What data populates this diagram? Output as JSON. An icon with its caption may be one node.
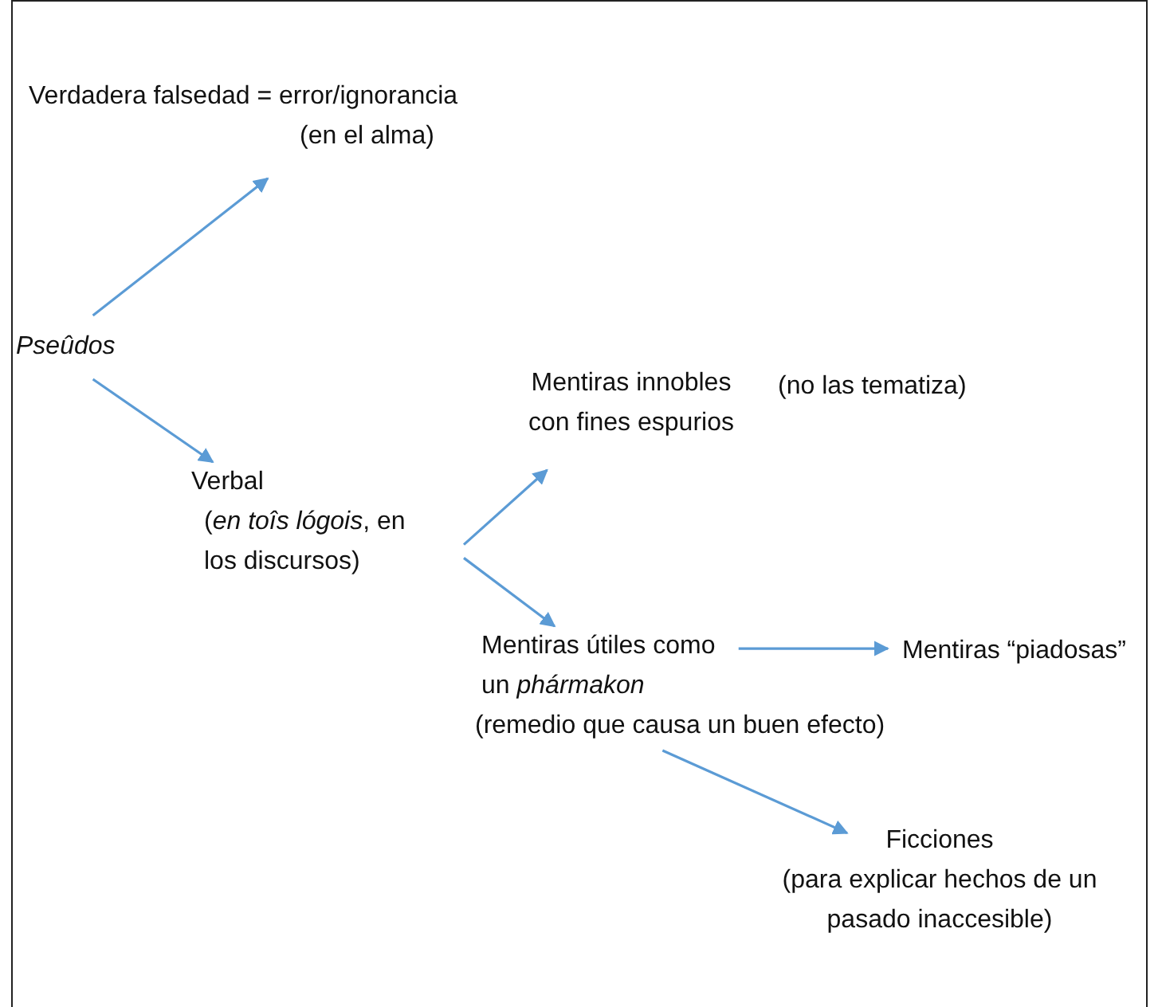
{
  "diagram": {
    "nodes": [
      {
        "text": [
          "Verdadera falsedad = error/ignorancia",
          "(en el alma)"
        ]
      },
      {
        "text": [
          "Pseûdos"
        ]
      },
      {
        "text": [
          "Verbal",
          "(*en toîs lógois*, en los discursos)"
        ]
      },
      {
        "text": [
          "Mentiras innobles con fines espurios"
        ],
        "beside": [
          "(no las tematiza)"
        ]
      },
      {
        "text": [
          "Mentiras útiles como un *phármakon*",
          "(remedio que causa un buen efecto)"
        ]
      },
      {
        "text": [
          "Mentiras “piadosas”"
        ]
      },
      {
        "text": [
          "Ficciones",
          "(para explicar hechos de un pasado inaccesible)"
        ]
      }
    ],
    "edges": [
      {
        "from": 1,
        "to": 0,
        "arrow": "to"
      },
      {
        "from": 1,
        "to": 2,
        "arrow": "to"
      },
      {
        "from": 2,
        "to": 3,
        "arrow": "to"
      },
      {
        "from": 2,
        "to": 4,
        "arrow": "to"
      },
      {
        "from": 4,
        "to": 5,
        "arrow": "to"
      },
      {
        "from": 4,
        "to": 6,
        "arrow": "to"
      }
    ]
  }
}
